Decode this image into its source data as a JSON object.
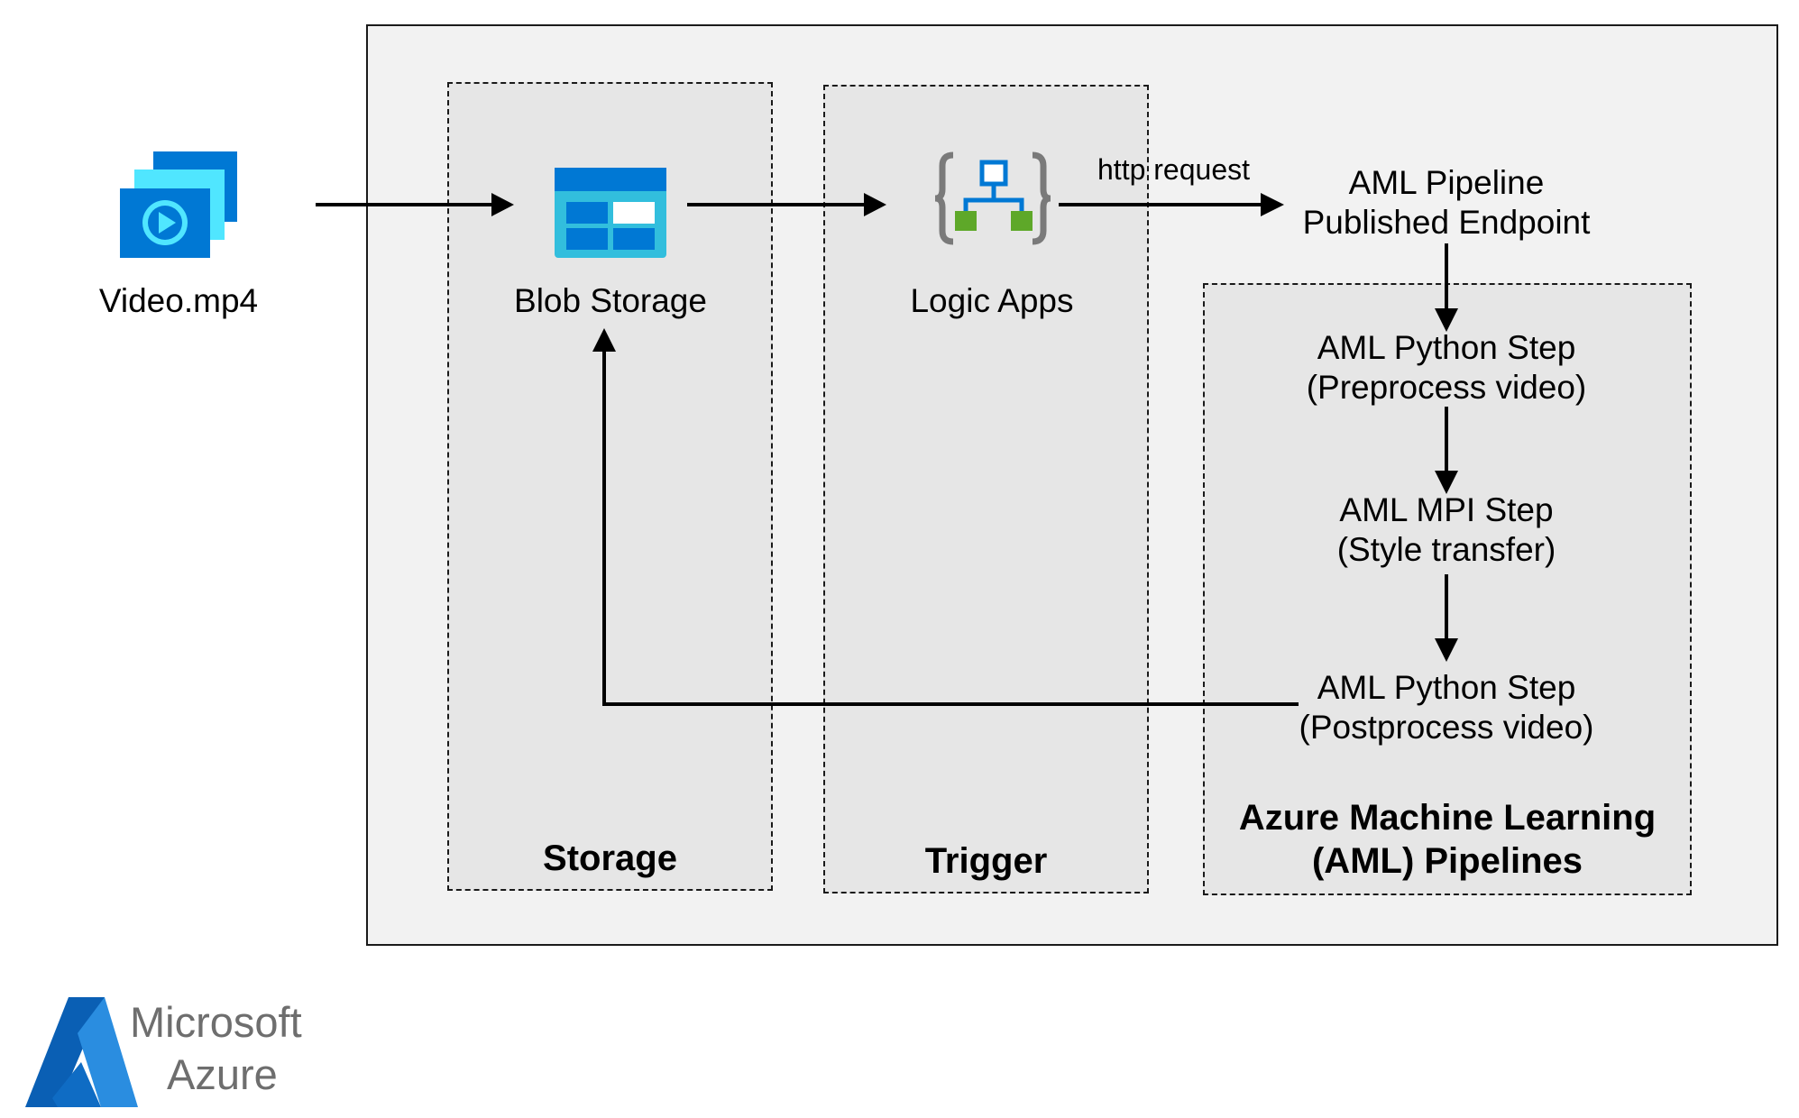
{
  "input": {
    "label": "Video.mp4"
  },
  "groups": {
    "storage": {
      "title": "Storage"
    },
    "trigger": {
      "title": "Trigger"
    },
    "aml": {
      "title_line1": "Azure Machine Learning",
      "title_line2": "(AML) Pipelines"
    }
  },
  "nodes": {
    "blob_storage": {
      "label": "Blob Storage"
    },
    "logic_apps": {
      "label": "Logic Apps"
    },
    "endpoint": {
      "line1": "AML Pipeline",
      "line2": "Published Endpoint"
    },
    "preprocess": {
      "line1": "AML Python Step",
      "line2": "(Preprocess video)"
    },
    "mpi": {
      "line1": "AML MPI Step",
      "line2": "(Style transfer)"
    },
    "postprocess": {
      "line1": "AML Python Step",
      "line2": "(Postprocess video)"
    }
  },
  "edges": {
    "http_label": "http request"
  },
  "logo": {
    "line1": "Microsoft",
    "line2": "Azure"
  },
  "colors": {
    "azure_blue": "#0078d4",
    "light_blue": "#50e6ff",
    "green": "#5ea829"
  }
}
